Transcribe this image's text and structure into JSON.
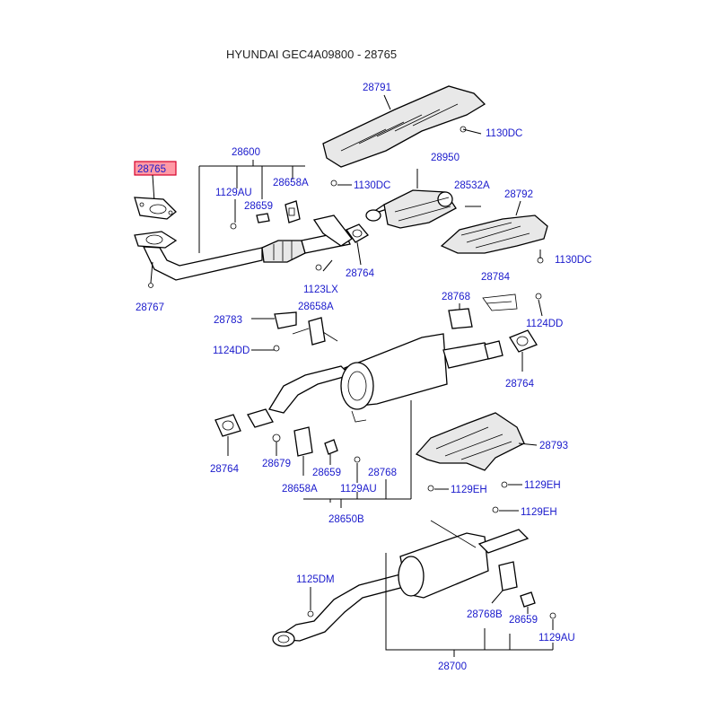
{
  "title": "HYUNDAI GEC4A09800 - 28765",
  "highlight_color": "#ff9aa6",
  "label_color": "#1a1acc",
  "labels": {
    "p28765": "28765",
    "p28767": "28767",
    "p28600": "28600",
    "p1129AU_a": "1129AU",
    "p28659_a": "28659",
    "p28658A_a": "28658A",
    "p1123LX": "1123LX",
    "p28764_a": "28764",
    "p28791": "28791",
    "p1130DC_a": "1130DC",
    "p1130DC_b": "1130DC",
    "p28950": "28950",
    "p28532A": "28532A",
    "p28792": "28792",
    "p1130DC_c": "1130DC",
    "p28784": "28784",
    "p28768_a": "28768",
    "p1124DD_a": "1124DD",
    "p28783": "28783",
    "p28658A_b": "28658A",
    "p1124DD_b": "1124DD",
    "p28764_b": "28764",
    "p28764_c": "28764",
    "p28679": "28679",
    "p28659_b": "28659",
    "p28768_b": "28768",
    "p28658A_c": "28658A",
    "p1129AU_b": "1129AU",
    "p28650B": "28650B",
    "p28793": "28793",
    "p1129EH_a": "1129EH",
    "p1129EH_b": "1129EH",
    "p1129EH_c": "1129EH",
    "p1125DM": "1125DM",
    "p28768B": "28768B",
    "p28659_c": "28659",
    "p1129AU_c": "1129AU",
    "p28700": "28700"
  }
}
